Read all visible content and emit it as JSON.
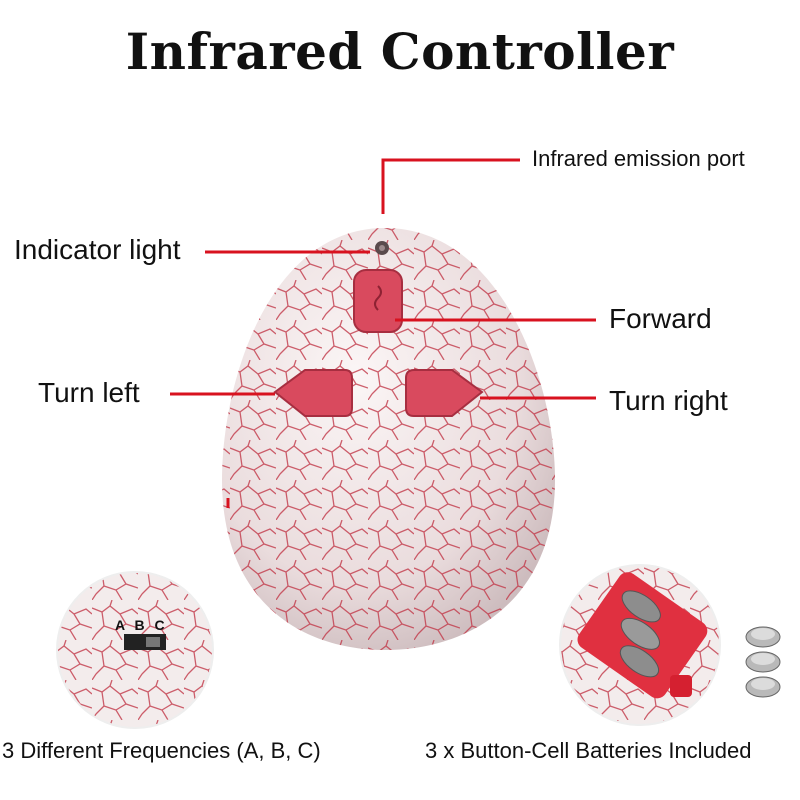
{
  "title": "Infrared Controller",
  "callouts": {
    "ir_port": "Infrared emission port",
    "indicator": "Indicator light",
    "forward": "Forward",
    "turn_left": "Turn left",
    "turn_right": "Turn right"
  },
  "inset_left": {
    "switch_letters": "A B C",
    "caption": "3 Different Frequencies (A, B, C)"
  },
  "inset_right": {
    "caption": "3 x Button-Cell Batteries Included"
  },
  "colors": {
    "egg_shell": "#f1eaea",
    "crack": "#c23a4a",
    "button": "#d94a5e",
    "leader_line": "#d8121f"
  }
}
